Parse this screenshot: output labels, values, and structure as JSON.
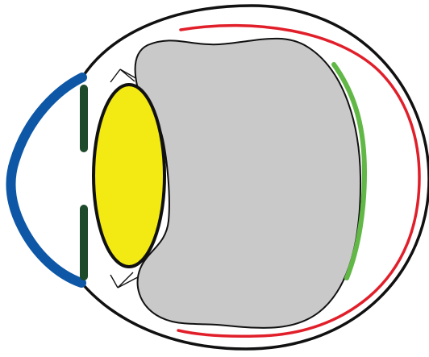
{
  "diagram": {
    "colors": {
      "background": "#ffffff",
      "outline": "#111111",
      "cornea": "#0d57a6",
      "iris": "#1d4a2a",
      "lens": "#f2ea12",
      "vitreous_body": "#c9c9c9",
      "retina": "#62b846",
      "choroid_outer_layer": "#e11f2a"
    },
    "parts": [
      {
        "id": "sclera",
        "icon": "sclera-outline"
      },
      {
        "id": "cornea",
        "icon": "cornea-arc"
      },
      {
        "id": "iris",
        "icon": "iris-segments"
      },
      {
        "id": "lens",
        "icon": "lens-oval"
      },
      {
        "id": "ciliary-zonule",
        "icon": "zonule-lines"
      },
      {
        "id": "vitreous-body",
        "icon": "vitreous-blob"
      },
      {
        "id": "retina",
        "icon": "retina-arc"
      },
      {
        "id": "choroid-layer",
        "icon": "choroid-arcs"
      }
    ]
  }
}
